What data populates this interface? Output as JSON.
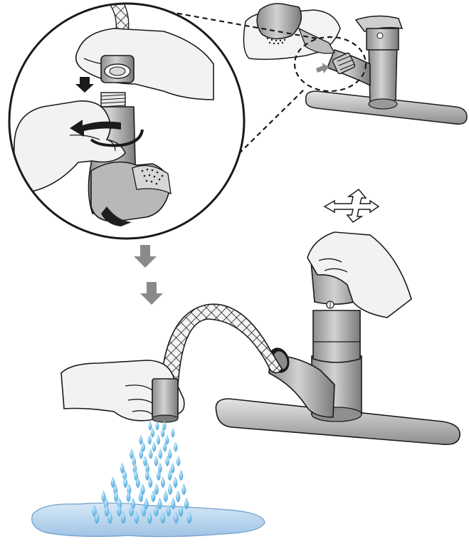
{
  "figure": {
    "kind": "installation-diagram",
    "steps": [
      {
        "step": "remove-spray-head-detail",
        "icon": "magnifier-circle-detail"
      },
      {
        "step": "flush-hose",
        "icon": "water-spray"
      },
      {
        "step": "move-handle",
        "icon": "four-way-arrow"
      }
    ],
    "colors": {
      "line": "#1a1a1a",
      "metal_light": "#d6d6d6",
      "metal_mid": "#9a9a9a",
      "metal_dark": "#6b6b6b",
      "skin": "#f2f2f2",
      "water_drop": "#62b6e3",
      "water_pool": "#b9d6ee",
      "arrow_gray": "#8a8a8a"
    }
  }
}
